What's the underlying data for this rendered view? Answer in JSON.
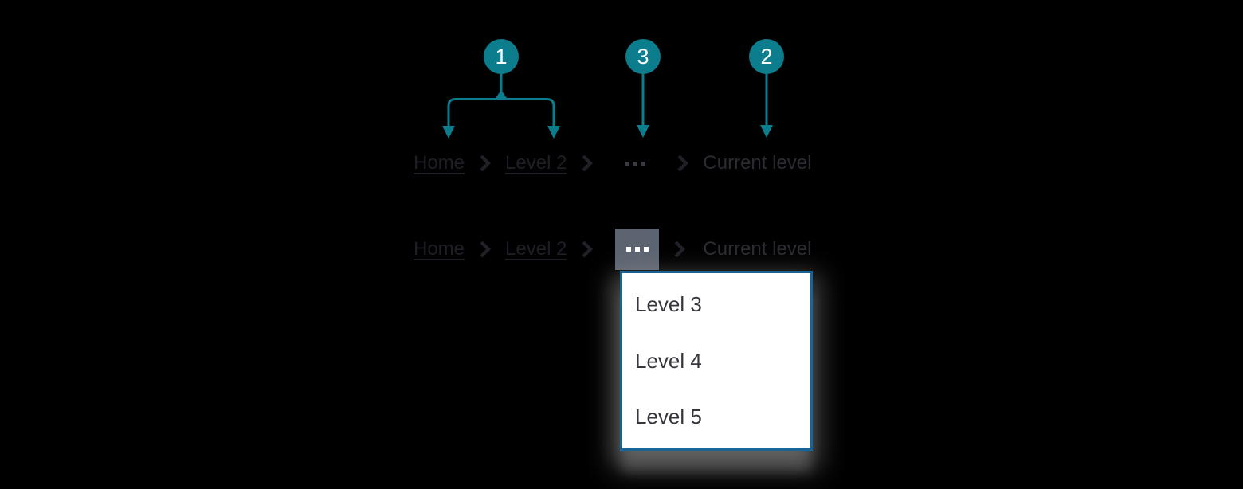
{
  "figure": {
    "component": "breadcrumb",
    "background_color": "#000000"
  },
  "palette": {
    "callout_teal": "#0b7d8d",
    "badge_number_color": "#ffffff",
    "link_text_color": "#1e1e26",
    "separator_color": "#202028",
    "current_text_color": "#2b2b33",
    "ellipsis_dot_color": "#3a3a42",
    "trigger_background": "#5d6471",
    "trigger_dot_color": "#ffffff",
    "dropdown_background": "#ffffff",
    "dropdown_border": "#1a6495",
    "menu_text_color": "#36363e"
  },
  "callouts": {
    "badge1": "1",
    "badge3": "3",
    "badge2": "2"
  },
  "breadcrumb_default": {
    "home": "Home",
    "level2": "Level 2",
    "ellipsis": "...",
    "current": "Current level"
  },
  "breadcrumb_expanded": {
    "home": "Home",
    "level2": "Level 2",
    "ellipsis": "...",
    "current": "Current level"
  },
  "menu": {
    "items": [
      "Level 3",
      "Level 4",
      "Level 5"
    ]
  }
}
